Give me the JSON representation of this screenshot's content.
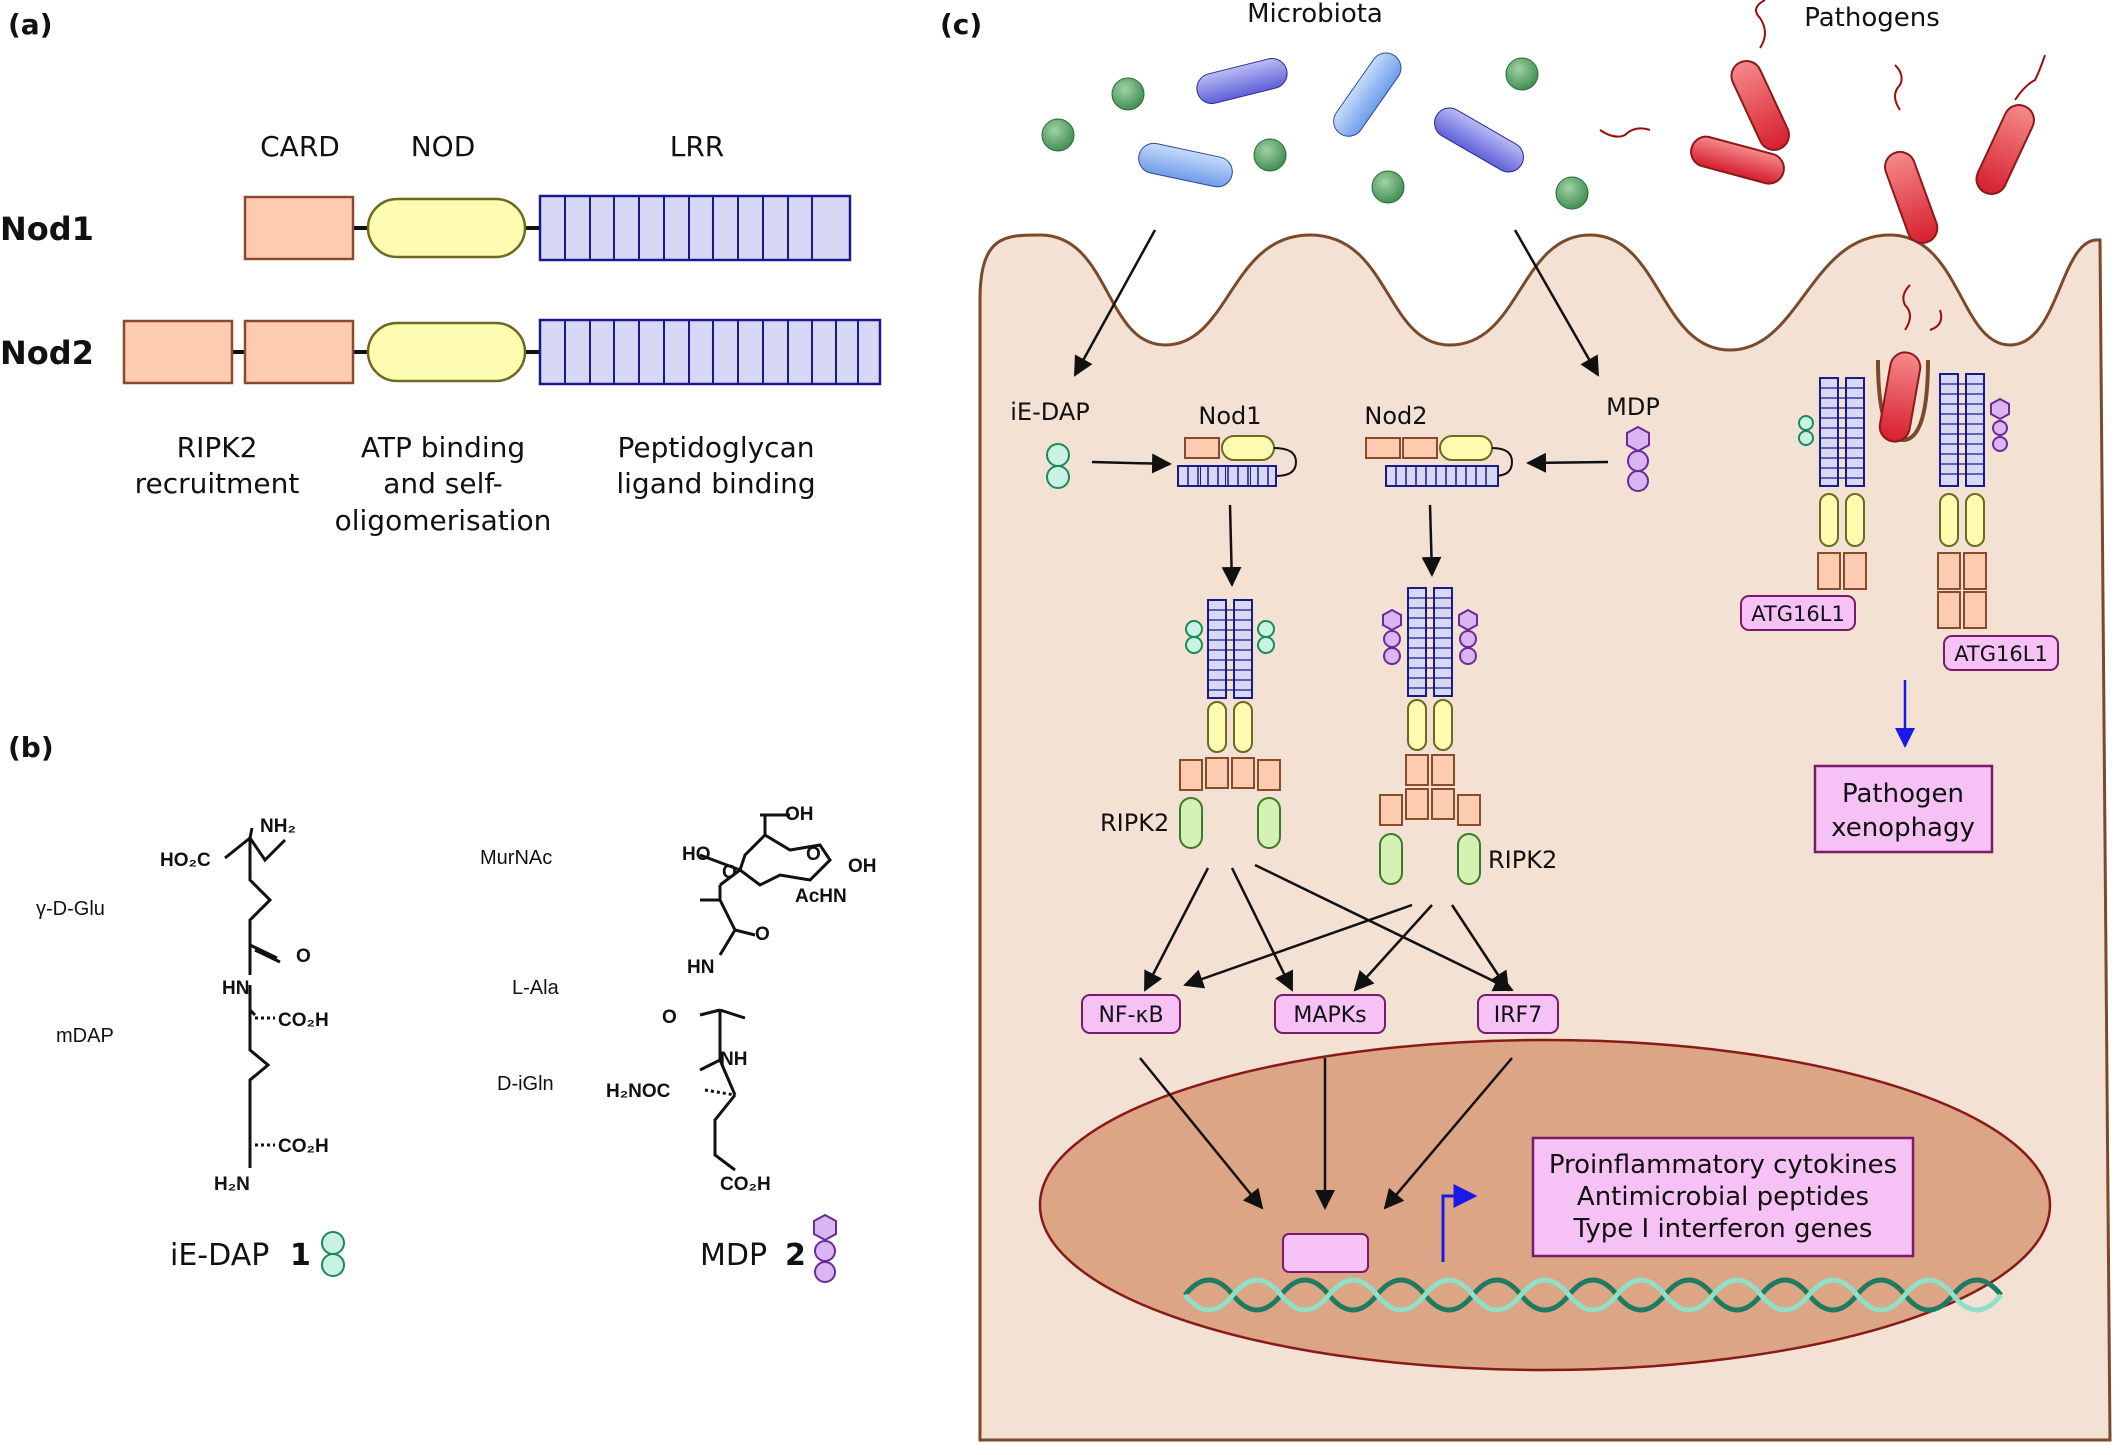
{
  "panel_labels": {
    "a": "(a)",
    "b": "(b)",
    "c": "(c)"
  },
  "panel_a": {
    "domain_headers": {
      "card": "CARD",
      "nod": "NOD",
      "lrr": "LRR"
    },
    "proteins": {
      "nod1": "Nod1",
      "nod2": "Nod2"
    },
    "functions": {
      "card": [
        "RIPK2",
        "recruitment"
      ],
      "nod": [
        "ATP binding",
        "and self-",
        "oligomerisation"
      ],
      "lrr": [
        "Peptidoglycan",
        "ligand binding"
      ]
    }
  },
  "panel_b": {
    "residue_labels": {
      "ie_dap": [
        "γ-D-Glu",
        "mDAP"
      ],
      "mdp": [
        "MurNAc",
        "L-Ala",
        "D-iGln"
      ]
    },
    "ie_dap_groups": {
      "nh2_top": "NH₂",
      "ho2c": "HO₂C",
      "o": "O",
      "hn": "HN",
      "co2h_mid": "CO₂H",
      "co2h_bot": "CO₂H",
      "h2n": "H₂N"
    },
    "mdp_groups": {
      "oh_top": "OH",
      "ho": "HO",
      "o_ring1": "O",
      "o_ring2": "O",
      "oh_right": "OH",
      "achn": "AcHN",
      "o_ala": "O",
      "hn": "HN",
      "o_gln": "O",
      "nh": "NH",
      "h2noc": "H₂NOC",
      "co2h": "CO₂H"
    },
    "compounds": {
      "ie_dap_name": "iE-DAP",
      "ie_dap_num": "1",
      "mdp_name": "MDP",
      "mdp_num": "2"
    }
  },
  "panel_c": {
    "microbiota": "Microbiota",
    "pathogens": "Pathogens",
    "ie_dap": "iE-DAP",
    "mdp": "MDP",
    "nod1": "Nod1",
    "nod2": "Nod2",
    "ripk2_left": "RIPK2",
    "ripk2_right": "RIPK2",
    "atg16l1_a": "ATG16L1",
    "atg16l1_b": "ATG16L1",
    "xenophagy": [
      "Pathogen",
      "xenophagy"
    ],
    "nfkb": "NF-κB",
    "mapks": "MAPKs",
    "irf7": "IRF7",
    "genes": [
      "Proinflammatory cytokines",
      "Antimicrobial peptides",
      "Type I interferon genes"
    ]
  },
  "colors": {
    "card": "#fccbb0",
    "card_stroke": "#8b4a2b",
    "nod": "#fefcb0",
    "nod_stroke": "#6b6a20",
    "lrr": "#d6d8f6",
    "lrr_stroke": "#1a1a8a",
    "cell": "#f3e1d3",
    "cell_stroke": "#7a4a2a",
    "nucleus": "#dca586",
    "nucleus_stroke": "#8a1a1a",
    "label_box": "#f6c2f6",
    "label_box_stroke": "#7a1a6a",
    "ie_dap_bead": "#c9f2e2",
    "mdp_bead": "#d9b6f2",
    "ripk2_green": "#d5f2b4",
    "pathogen": "#e8424a",
    "bacteria_blue": "#8fb6ef",
    "bacteria_purple": "#8c8fe8",
    "coccus": "#5fa870",
    "blue_arrow": "#1a1ae6"
  }
}
